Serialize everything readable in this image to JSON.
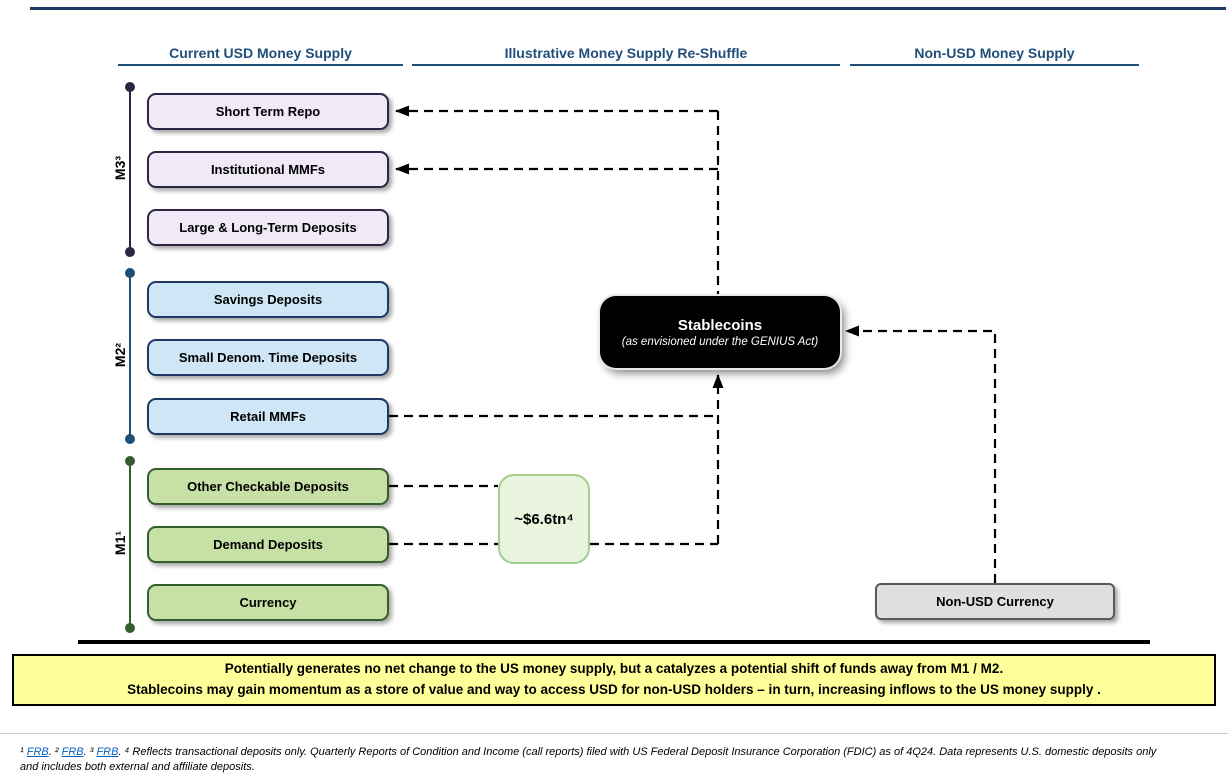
{
  "columns": {
    "left_title": "Current USD Money Supply",
    "middle_title": "Illustrative Money Supply Re-Shuffle",
    "right_title": "Non-USD Money Supply"
  },
  "groups": {
    "m3": {
      "label": "M3³",
      "boxes": [
        "Short Term Repo",
        "Institutional MMFs",
        "Large & Long-Term Deposits"
      ]
    },
    "m2": {
      "label": "M2²",
      "boxes": [
        "Savings Deposits",
        "Small Denom. Time Deposits",
        "Retail MMFs"
      ]
    },
    "m1": {
      "label": "M1¹",
      "boxes": [
        "Other Checkable Deposits",
        "Demand Deposits",
        "Currency"
      ]
    }
  },
  "stablecoins": {
    "title": "Stablecoins",
    "subtitle": "(as envisioned under the GENIUS Act)"
  },
  "amount_box_label": "~$6.6tn⁴",
  "non_usd_box_label": "Non-USD Currency",
  "banner": {
    "line1": "Potentially generates no net change to the US money supply, but a catalyzes a potential shift of funds away from M1 / M2.",
    "line2": "Stablecoins may gain momentum as a store of value and way to access USD for non-USD holders – in turn, increasing inflows to the US money supply ."
  },
  "footnotes": {
    "marker1": "¹ ",
    "link1": "FRB",
    "sep1": ". ",
    "marker2": "² ",
    "link2": "FRB",
    "sep2": ". ",
    "marker3": "³ ",
    "link3": "FRB",
    "sep3": ". ",
    "marker4": "⁴ ",
    "text": "Reflects transactional deposits only. Quarterly Reports of Condition and Income (call reports) filed with US Federal Deposit Insurance Corporation (FDIC) as of 4Q24. Data represents U.S. domestic deposits only and includes both external and affiliate deposits."
  },
  "colors": {
    "header_navy": "#1F4E79",
    "m3_fill": "#F0EAF8",
    "m3_border": "#2E2545",
    "m2_fill": "#CEE6F5",
    "m2_border": "#1F3864",
    "m1_fill": "#C6E0A6",
    "m1_border": "#355E2E",
    "stablecoins_fill": "#000000",
    "amount_fill": "#EAF4DF",
    "amount_border": "#A5CE8E",
    "nonusd_fill": "#DFDFDF",
    "banner_fill": "#FFFF99",
    "link_blue": "#0563C1"
  }
}
